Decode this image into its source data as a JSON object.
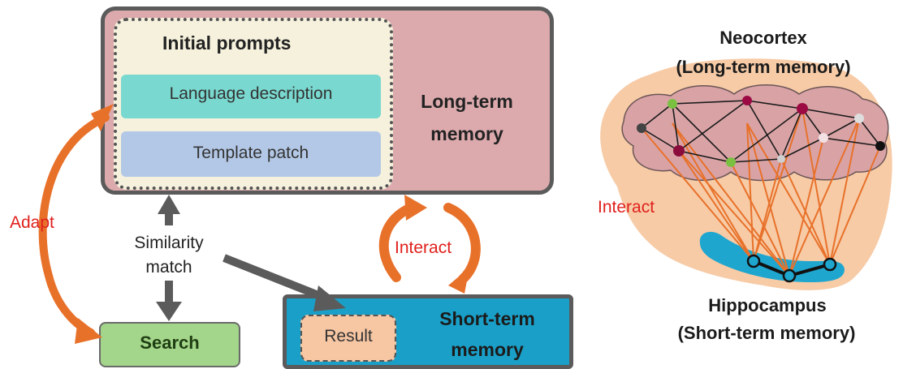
{
  "left_diagram": {
    "initial_prompts": "Initial prompts",
    "language_description": "Language description",
    "template_patch": "Template patch",
    "long_term_memory_line1": "Long-term",
    "long_term_memory_line2": "memory",
    "adapt": "Adapt",
    "similarity_line1": "Similarity",
    "similarity_line2": "match",
    "interact": "Interact",
    "search": "Search",
    "result": "Result",
    "short_term_memory_line1": "Short-term",
    "short_term_memory_line2": "memory"
  },
  "right_diagram": {
    "neocortex": "Neocortex",
    "neocortex_sub": "(Long-term memory)",
    "interact": "Interact",
    "hippocampus": "Hippocampus",
    "hippocampus_sub": "(Short-term memory)"
  },
  "colors": {
    "long_term_fill": "#dcaaad",
    "initial_prompts_fill": "#f5f1dc",
    "language_fill": "#79d8cf",
    "template_fill": "#b3c8e6",
    "search_fill": "#a3d58a",
    "short_term_fill": "#1aa0c8",
    "result_fill": "#f7c6a3",
    "orange_arrow": "#e8712a",
    "red_text": "#e0201c",
    "brain_fill": "#f7cba6",
    "cortex_fill": "#d9a3a6",
    "hippocampus_fill": "#1fa6cf"
  }
}
